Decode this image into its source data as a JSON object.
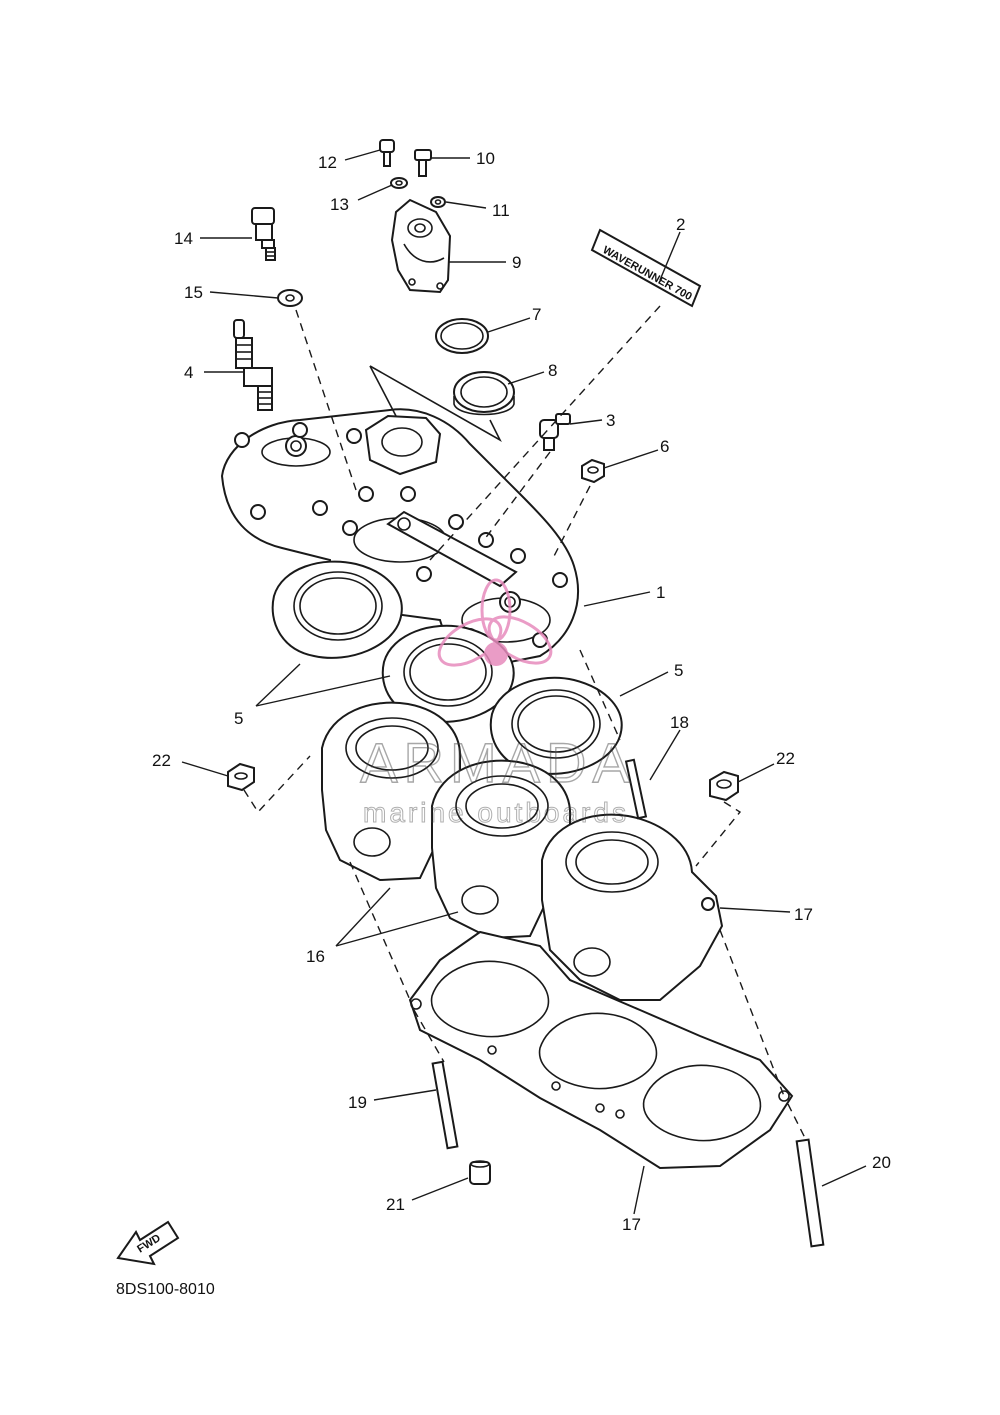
{
  "diagram": {
    "part_code": "8DS100-8010",
    "decal_text": "WAVERUNNER 700",
    "fwd_label": "FWD",
    "watermark": {
      "brand": "ARMADA",
      "tagline": "marine outboards",
      "color": "#e78bbd"
    },
    "callouts": [
      {
        "id": "c1",
        "text": "1"
      },
      {
        "id": "c2",
        "text": "2"
      },
      {
        "id": "c3",
        "text": "3"
      },
      {
        "id": "c4",
        "text": "4"
      },
      {
        "id": "c5a",
        "text": "5"
      },
      {
        "id": "c5b",
        "text": "5"
      },
      {
        "id": "c6",
        "text": "6"
      },
      {
        "id": "c7",
        "text": "7"
      },
      {
        "id": "c8",
        "text": "8"
      },
      {
        "id": "c9",
        "text": "9"
      },
      {
        "id": "c10",
        "text": "10"
      },
      {
        "id": "c11",
        "text": "11"
      },
      {
        "id": "c12",
        "text": "12"
      },
      {
        "id": "c13",
        "text": "13"
      },
      {
        "id": "c14",
        "text": "14"
      },
      {
        "id": "c15",
        "text": "15"
      },
      {
        "id": "c16",
        "text": "16"
      },
      {
        "id": "c17a",
        "text": "17"
      },
      {
        "id": "c17b",
        "text": "17"
      },
      {
        "id": "c18",
        "text": "18"
      },
      {
        "id": "c19",
        "text": "19"
      },
      {
        "id": "c20",
        "text": "20"
      },
      {
        "id": "c21",
        "text": "21"
      },
      {
        "id": "c22a",
        "text": "22"
      },
      {
        "id": "c22b",
        "text": "22"
      }
    ]
  }
}
